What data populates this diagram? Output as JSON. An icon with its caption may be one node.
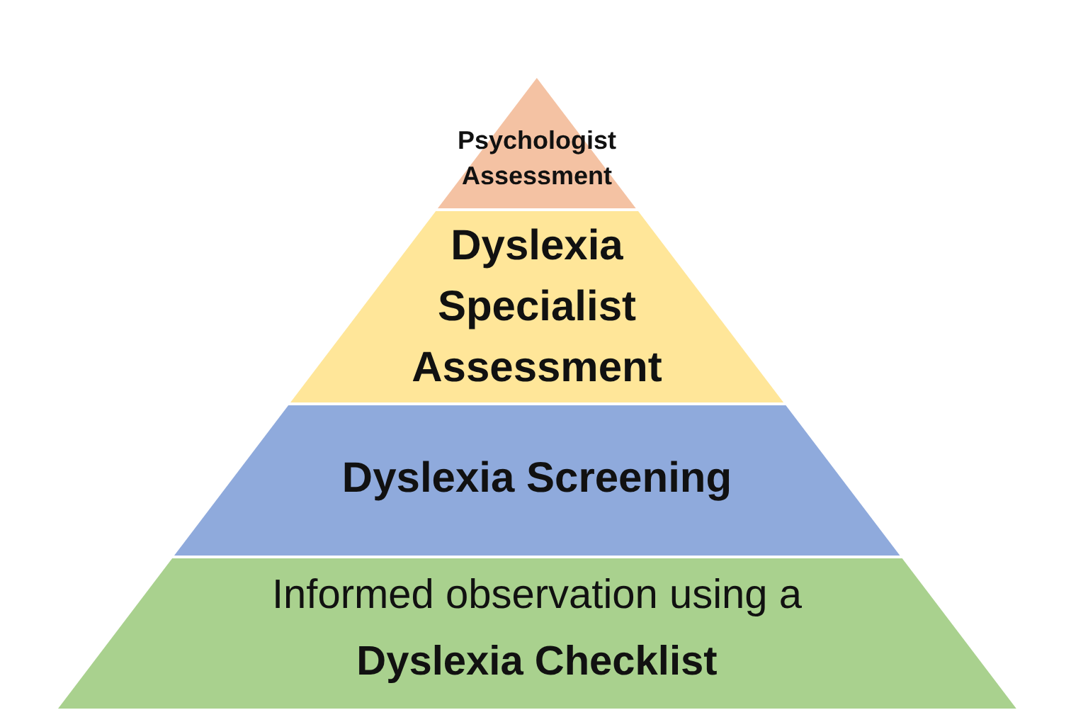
{
  "diagram": {
    "nodes": [
      {
        "text": [
          "Psychologist Assessment"
        ]
      },
      {
        "text": [
          "Dyslexia Specialist Assessment"
        ]
      },
      {
        "text": [
          "Dyslexia Screening"
        ]
      },
      {
        "text": [
          "Informed observation using a **Dyslexia Checklist**"
        ]
      }
    ]
  }
}
